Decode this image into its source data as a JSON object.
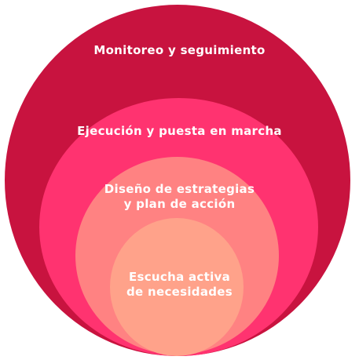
{
  "levels": [
    {
      "lines": [
        "Monitoreo y seguimiento"
      ],
      "color": "#c8133f"
    },
    {
      "lines": [
        "Ejecución y puesta en marcha"
      ],
      "color": "#ff3370"
    },
    {
      "lines": [
        "Diseño de estrategias",
        "y plan de acción"
      ],
      "color": "#ff8282"
    },
    {
      "lines": [
        "Escucha activa",
        "de necesidades"
      ],
      "color": "#ffa28a"
    }
  ]
}
